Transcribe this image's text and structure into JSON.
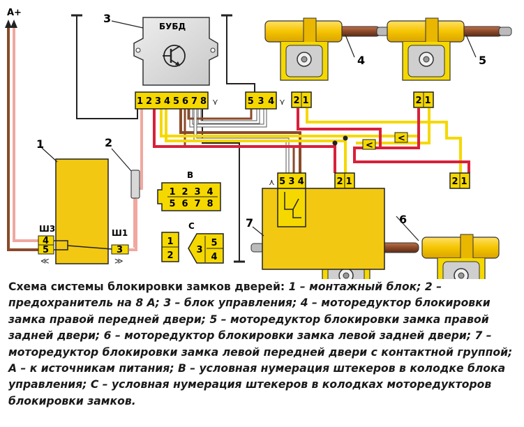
{
  "labels": {
    "n1": "1",
    "n2": "2",
    "n3": "3",
    "n4": "4",
    "n5": "5",
    "n6": "6",
    "n7": "7",
    "budb": "БУБД",
    "a_plus": "А+",
    "sh3": "Ш3",
    "sh1": "Ш1",
    "b": "В",
    "c": "С"
  },
  "connectors": {
    "ecu_main": [
      "1",
      "2",
      "3",
      "4",
      "5",
      "6",
      "7",
      "8"
    ],
    "ecu_aux": [
      "5",
      "3",
      "4"
    ],
    "motor4": [
      "2",
      "1"
    ],
    "motor5": [
      "2",
      "1"
    ],
    "motor7_contacts": [
      "5",
      "3",
      "4"
    ],
    "motor7_power": [
      "2",
      "1"
    ],
    "motor6": [
      "2",
      "1"
    ],
    "fuse_block_left": [
      "4",
      "5"
    ],
    "fuse_block_right": [
      "3"
    ],
    "b_row1": [
      "1",
      "2",
      "3",
      "4"
    ],
    "b_row2": [
      "5",
      "6",
      "7",
      "8"
    ],
    "c_small": [
      "1",
      "2"
    ],
    "c_big_left": [
      "3"
    ],
    "c_big_right": [
      "5",
      "4"
    ]
  },
  "caption": {
    "title": "Схема системы блокировки замков дверей:",
    "body": "1 – монтажный блок; 2 – предохранитель на 8 А; 3 – блок управления; 4 – моторедуктор блокировки замка правой передней двери; 5 – моторедуктор блокировки замка правой задней двери; 6 – моторедуктор блокировки замка левой задней двери; 7 – моторедуктор блокировки замка левой передней двери с контактной группой; А – к источникам питания; В – условная нумерация штекеров в колодке блока управления; С – условная нумерация штекеров в колодках моторедукторов блокировки замков."
  },
  "colors": {
    "yellow": "#f5d800",
    "yellow_box": "#f3c812",
    "ecu_gray": "#d9d9d9",
    "red": "#d8203a",
    "pink": "#f0a8a0",
    "brown": "#8a4a2a",
    "white_wire": "#ffffff",
    "outline": "#222222"
  }
}
